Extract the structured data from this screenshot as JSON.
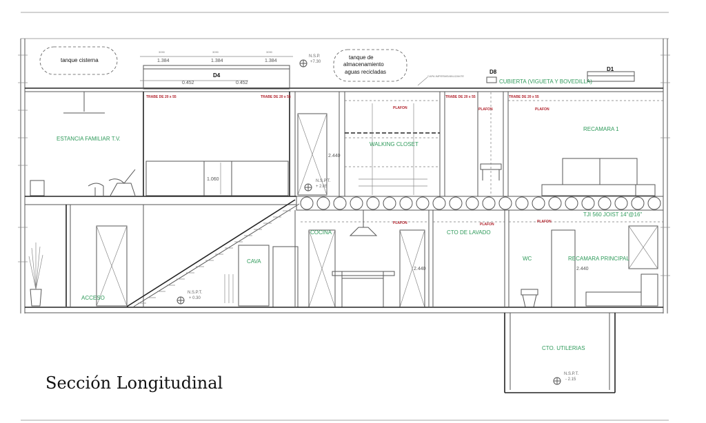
{
  "title": "Sección Longitudinal",
  "tanks": {
    "cistern": "tanque cisterna",
    "recycled_line1": "tanque de",
    "recycled_line2": "almacenamiento",
    "recycled_line3": "aguas recicladas"
  },
  "rooms": {
    "estancia": "ESTANCIA FAMILIAR T.V.",
    "walking_closet": "WALKING CLOSET",
    "recamara1": "RECAMARA 1",
    "acceso": "ACCESO",
    "cava": "CAVA",
    "cocina": "COCINA",
    "lavado": "CTO DE LAVADO",
    "wc": "WC",
    "recamara_principal": "RECAMARA PRINCIPAL",
    "utilerias": "CTO. UTILERIAS"
  },
  "labels": {
    "cubierta": "CUBIERTA (VIGUETA Y BOVEDILLA)",
    "tji": "TJI 560 JOIST 14\"@16\"",
    "trabe": "TRABE DE 20 x 55",
    "plafon": "PLAFON",
    "capa": "CAPA IMPERMEABILIZANTE",
    "d4": "D4",
    "d8": "D8",
    "d1": "D1"
  },
  "dimensions": {
    "w1384": "1.384",
    "w0452": "0.452",
    "h2440": "2.440",
    "h1060": "1.060",
    "small_dim": "3090"
  },
  "levels": {
    "nsp_label": "N.S.P.",
    "nspt_label": "N.S.P.T.",
    "upper_floor": "+ 2.65",
    "roof": "+7.30",
    "ground": "+ 0.30",
    "basement": "- 2.15"
  }
}
